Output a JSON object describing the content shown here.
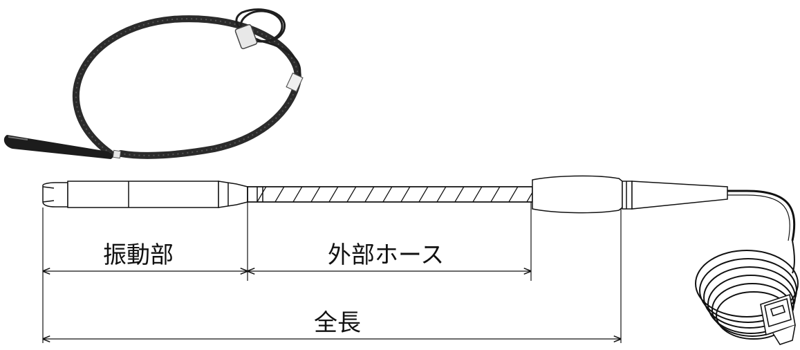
{
  "labels": {
    "vibration_part": "振動部",
    "outer_hose": "外部ホース",
    "total_length": "全長"
  },
  "colors": {
    "line": "#111111",
    "hose_photo": "#2b2b2b",
    "head_photo": "#1c1c1c"
  }
}
